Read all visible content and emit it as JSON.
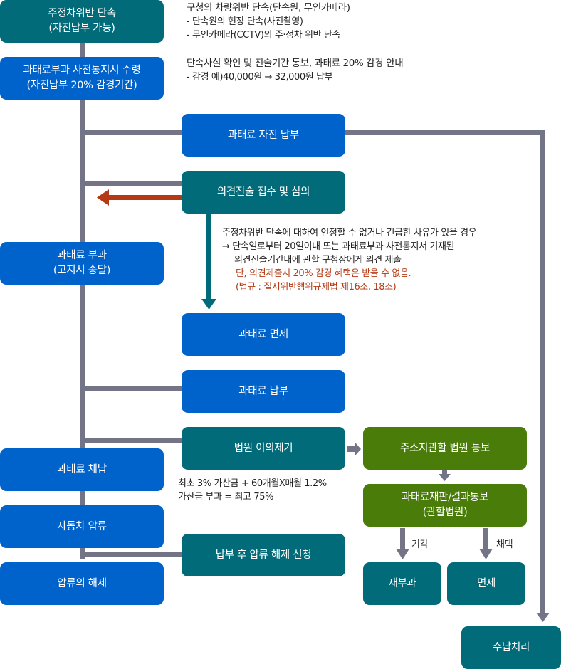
{
  "colors": {
    "blue": "#0063cc",
    "teal": "#016b7a",
    "green": "#4a7c0a",
    "connector": "#737587",
    "red_arrow": "#b33a14",
    "note_red": "#b33a14"
  },
  "nodes": {
    "enforcement": {
      "line1": "주정차위반 단속",
      "line2": "(자진납부 가능)"
    },
    "pre_notice": {
      "line1": "과태료부과 사전통지서 수령",
      "line2": "(자진납부 20% 감경기간)"
    },
    "voluntary_payment": {
      "label": "과태료 자진 납부"
    },
    "opinion_review": {
      "label": "의견진술 접수 및 심의"
    },
    "fine_imposition": {
      "line1": "과태료 부과",
      "line2": "(고지서 송달)"
    },
    "fine_exemption": {
      "label": "과태료 면제"
    },
    "fine_payment": {
      "label": "과태료 납부"
    },
    "court_objection": {
      "label": "법원 이의제기"
    },
    "court_notice": {
      "label": "주소지관할 법원 통보"
    },
    "court_trial": {
      "line1": "과태료재판/결과통보",
      "line2": "(관할법원)"
    },
    "delinquency": {
      "label": "과태료 체납"
    },
    "vehicle_seizure": {
      "label": "자동차 압류"
    },
    "seizure_release": {
      "label": "압류의 해제"
    },
    "release_request": {
      "label": "납부 후 압류 해제 신청"
    },
    "reimposition": {
      "label": "재부과"
    },
    "exemption": {
      "label": "면제"
    },
    "receipt": {
      "label": "수납처리"
    }
  },
  "notes": {
    "enforcement": {
      "head": "구청의 차량위반 단속(단속원, 무인카메라)",
      "items": [
        "- 단속원의 현장 단속(사진촬영)",
        "- 무인카메라(CCTV)의 주·정차 위반 단속"
      ]
    },
    "pre_notice": {
      "head": "단속사실 확인 및 진술기간 통보, 과태료 20% 감경 안내",
      "items": [
        "- 감경 예)40,000원 → 32,000원 납부"
      ]
    },
    "opinion": {
      "lines": [
        "주정차위반 단속에 대하여 인정할 수 없거나 긴급한 사유가 있을 경우",
        "→ 단속일로부터 20일이내 또는 과태료부과 사전통지서 기재된",
        "의견진술기간내에 관할 구청장에게 의견 제출"
      ],
      "warnings": [
        "단, 의견제출시 20% 감경 혜택은 받을 수 없음.",
        "(법규 : 질서위반행위규제법 제16조, 18조)"
      ]
    },
    "surcharge": {
      "lines": [
        "최초 3% 가산금 + 60개월X매월 1.2%",
        "가산금 부과 = 최고 75%"
      ]
    }
  },
  "edge_labels": {
    "dismissed": "기각",
    "accepted": "채택"
  }
}
